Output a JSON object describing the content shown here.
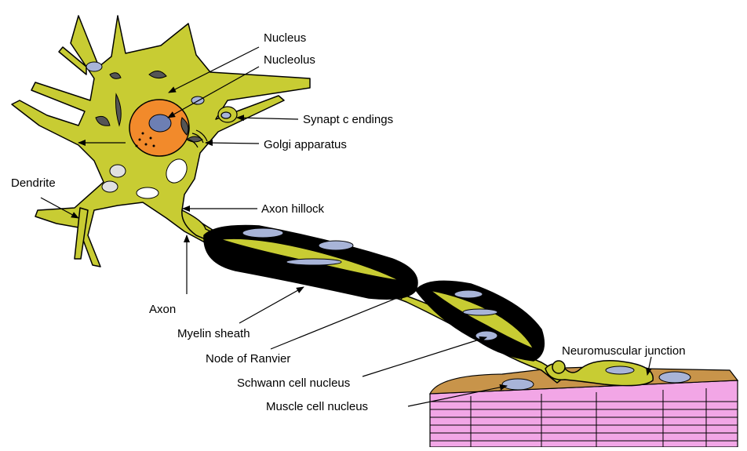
{
  "labels": {
    "nucleus": "Nucleus",
    "nucleolus": "Nucleolus",
    "synaptic_endings": "Synapt c endings",
    "golgi": "Golgi apparatus",
    "dendrite": "Dendrite",
    "axon_hillock": "Axon hillock",
    "axon": "Axon",
    "myelin": "Myelin sheath",
    "node": "Node of Ranvier",
    "schwann": "Schwann cell nucleus",
    "neuromuscular": "Neuromuscular junction",
    "muscle_nucleus": "Muscle cell nucleus"
  },
  "colors": {
    "cytoplasm": "#c8cc33",
    "outline": "#000000",
    "nucleus": "#f28a2b",
    "nucleolus": "#6d7fb3",
    "organelle": "#a8b4d8",
    "myelin": "#000000",
    "muscle_top": "#c8944a",
    "muscle_body": "#f2a6e6"
  }
}
